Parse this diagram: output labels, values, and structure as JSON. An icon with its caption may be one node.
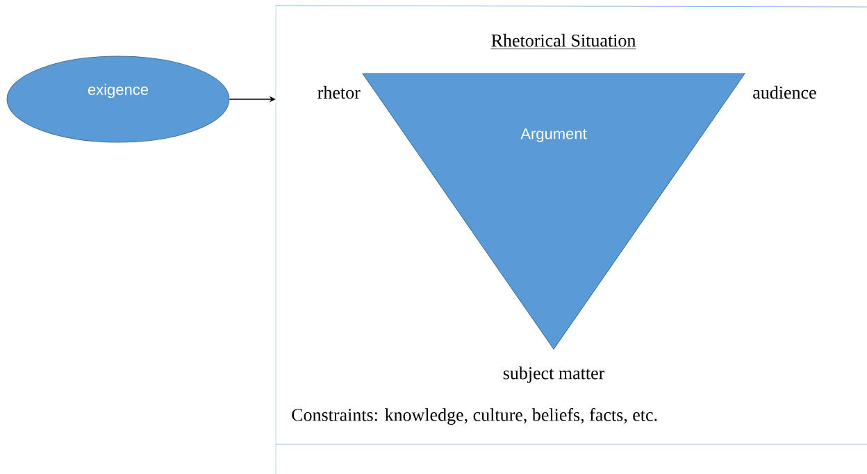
{
  "diagram": {
    "nodes": [
      {
        "text": [
          "exigence"
        ]
      },
      {
        "text": [
          "Rhetorical Situation",
          "Constraints: knowledge, culture, beliefs, facts, etc."
        ]
      },
      {
        "text": [
          "Argument"
        ],
        "in": 1,
        "beside": [
          "rhetor",
          "audience",
          "subject matter"
        ]
      }
    ],
    "edges": [
      {
        "from": 0,
        "to": 1,
        "arrow": "to"
      }
    ]
  }
}
